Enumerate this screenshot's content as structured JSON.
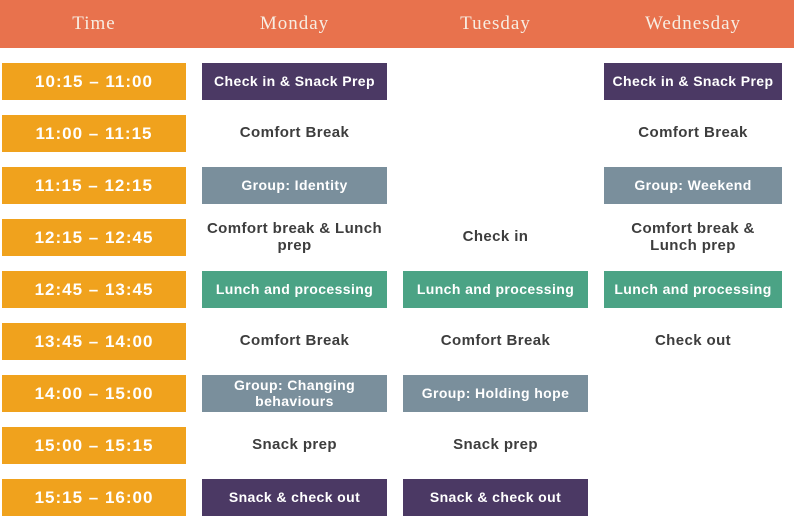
{
  "theme": {
    "header_bg": "#E8724D",
    "header_text": "#F7EDE2",
    "time_block_bg": "#F0A21D",
    "purple_block_bg": "#4B3964",
    "slate_block_bg": "#7A8F9C",
    "green_block_bg": "#4BA385",
    "block_text": "#FFFFFF",
    "plain_text": "#3D3D3D",
    "page_bg": "#FFFFFF"
  },
  "header": {
    "columns": [
      "Time",
      "Monday",
      "Tuesday",
      "Wednesday"
    ]
  },
  "schedule": {
    "rows": [
      {
        "time": "10:15 – 11:00",
        "monday": {
          "type": "purple",
          "label": "Check in & Snack Prep"
        },
        "tuesday": {
          "type": "empty",
          "label": ""
        },
        "wednesday": {
          "type": "purple",
          "label": "Check in & Snack Prep"
        }
      },
      {
        "time": "11:00 – 11:15",
        "monday": {
          "type": "plain",
          "label": "Comfort Break"
        },
        "tuesday": {
          "type": "empty",
          "label": ""
        },
        "wednesday": {
          "type": "plain",
          "label": "Comfort Break"
        }
      },
      {
        "time": "11:15 – 12:15",
        "monday": {
          "type": "slate",
          "label": "Group: Identity"
        },
        "tuesday": {
          "type": "empty",
          "label": ""
        },
        "wednesday": {
          "type": "slate",
          "label": "Group: Weekend"
        }
      },
      {
        "time": "12:15 – 12:45",
        "monday": {
          "type": "plain",
          "label": "Comfort break & Lunch prep"
        },
        "tuesday": {
          "type": "plain",
          "label": "Check in"
        },
        "wednesday": {
          "type": "plain",
          "label": "Comfort break & Lunch prep"
        }
      },
      {
        "time": "12:45 – 13:45",
        "monday": {
          "type": "green",
          "label": "Lunch and processing"
        },
        "tuesday": {
          "type": "green",
          "label": "Lunch and processing"
        },
        "wednesday": {
          "type": "green",
          "label": "Lunch and processing"
        }
      },
      {
        "time": "13:45 – 14:00",
        "monday": {
          "type": "plain",
          "label": "Comfort Break"
        },
        "tuesday": {
          "type": "plain",
          "label": "Comfort Break"
        },
        "wednesday": {
          "type": "plain",
          "label": "Check out"
        }
      },
      {
        "time": "14:00 – 15:00",
        "monday": {
          "type": "slate",
          "label": "Group: Changing behaviours"
        },
        "tuesday": {
          "type": "slate",
          "label": "Group: Holding hope"
        },
        "wednesday": {
          "type": "empty",
          "label": ""
        }
      },
      {
        "time": "15:00 – 15:15",
        "monday": {
          "type": "plain",
          "label": "Snack prep"
        },
        "tuesday": {
          "type": "plain",
          "label": "Snack prep"
        },
        "wednesday": {
          "type": "empty",
          "label": ""
        }
      },
      {
        "time": "15:15 – 16:00",
        "monday": {
          "type": "purple",
          "label": "Snack & check out"
        },
        "tuesday": {
          "type": "purple",
          "label": "Snack & check out"
        },
        "wednesday": {
          "type": "empty",
          "label": ""
        }
      }
    ]
  }
}
